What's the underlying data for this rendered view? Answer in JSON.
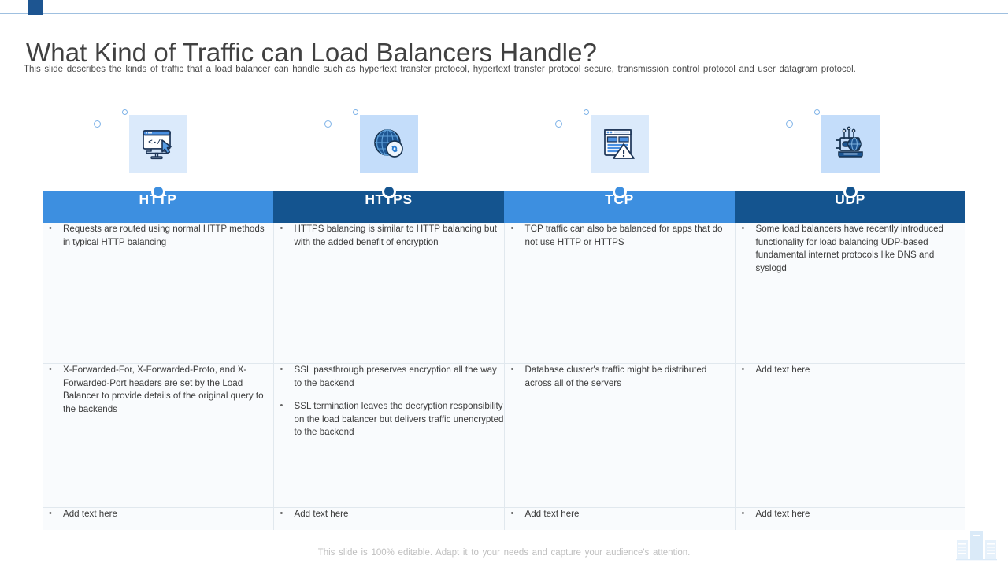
{
  "slide": {
    "title": "What Kind of Traffic can Load Balancers Handle?",
    "subtitle": "This slide describes the kinds of traffic that a load balancer can handle such as hypertext transfer protocol, hypertext transfer protocol secure, transmission control protocol and user datagram protocol.",
    "footer_note": "This slide is 100% editable. Adapt it to your needs and capture your audience's attention."
  },
  "colors": {
    "header_light": "#3d8fe0",
    "header_dark": "#14548f",
    "icon_box_light": "#dbeafb",
    "icon_box_dark": "#c4ddfa",
    "top_tab": "#1d5591",
    "top_rule": "#9fc0e0",
    "cell_bg": "#f9fbfd",
    "cell_border": "#e1e8ee",
    "footer_text": "#bfbfbf"
  },
  "columns": [
    {
      "id": "http",
      "header": "HTTP",
      "header_style": "light",
      "icon": "monitor-code-cursor-icon",
      "icon_box_style": "light",
      "rows": [
        [
          "Requests are routed using normal HTTP methods in typical HTTP balancing"
        ],
        [
          "X-Forwarded-For, X-Forwarded-Proto, and X-Forwarded-Port headers are set by the Load Balancer to provide details of the original query to the backends"
        ],
        [
          "Add text here"
        ]
      ]
    },
    {
      "id": "https",
      "header": "HTTPS",
      "header_style": "dark",
      "icon": "globe-link-icon",
      "icon_box_style": "dark",
      "rows": [
        [
          "HTTPS balancing is similar to HTTP balancing but with the added benefit of encryption"
        ],
        [
          "SSL passthrough preserves encryption all the way to the backend",
          "SSL termination leaves the decryption responsibility on the load balancer but delivers traffic unencrypted to the backend"
        ],
        [
          "Add text here"
        ]
      ]
    },
    {
      "id": "tcp",
      "header": "TCP",
      "header_style": "light",
      "icon": "browser-window-warning-icon",
      "icon_box_style": "light",
      "rows": [
        [
          "TCP traffic can also be balanced for apps that do not use HTTP or HTTPS"
        ],
        [
          "Database cluster's traffic might be distributed across all of the servers"
        ],
        [
          "Add text here"
        ]
      ]
    },
    {
      "id": "udp",
      "header": "UDP",
      "header_style": "dark",
      "icon": "server-globe-antenna-icon",
      "icon_box_style": "dark",
      "rows": [
        [
          "Some load balancers have recently introduced functionality for load balancing UDP-based fundamental internet protocols like DNS and syslogd"
        ],
        [
          "Add text here"
        ],
        [
          "Add text here"
        ]
      ]
    }
  ]
}
